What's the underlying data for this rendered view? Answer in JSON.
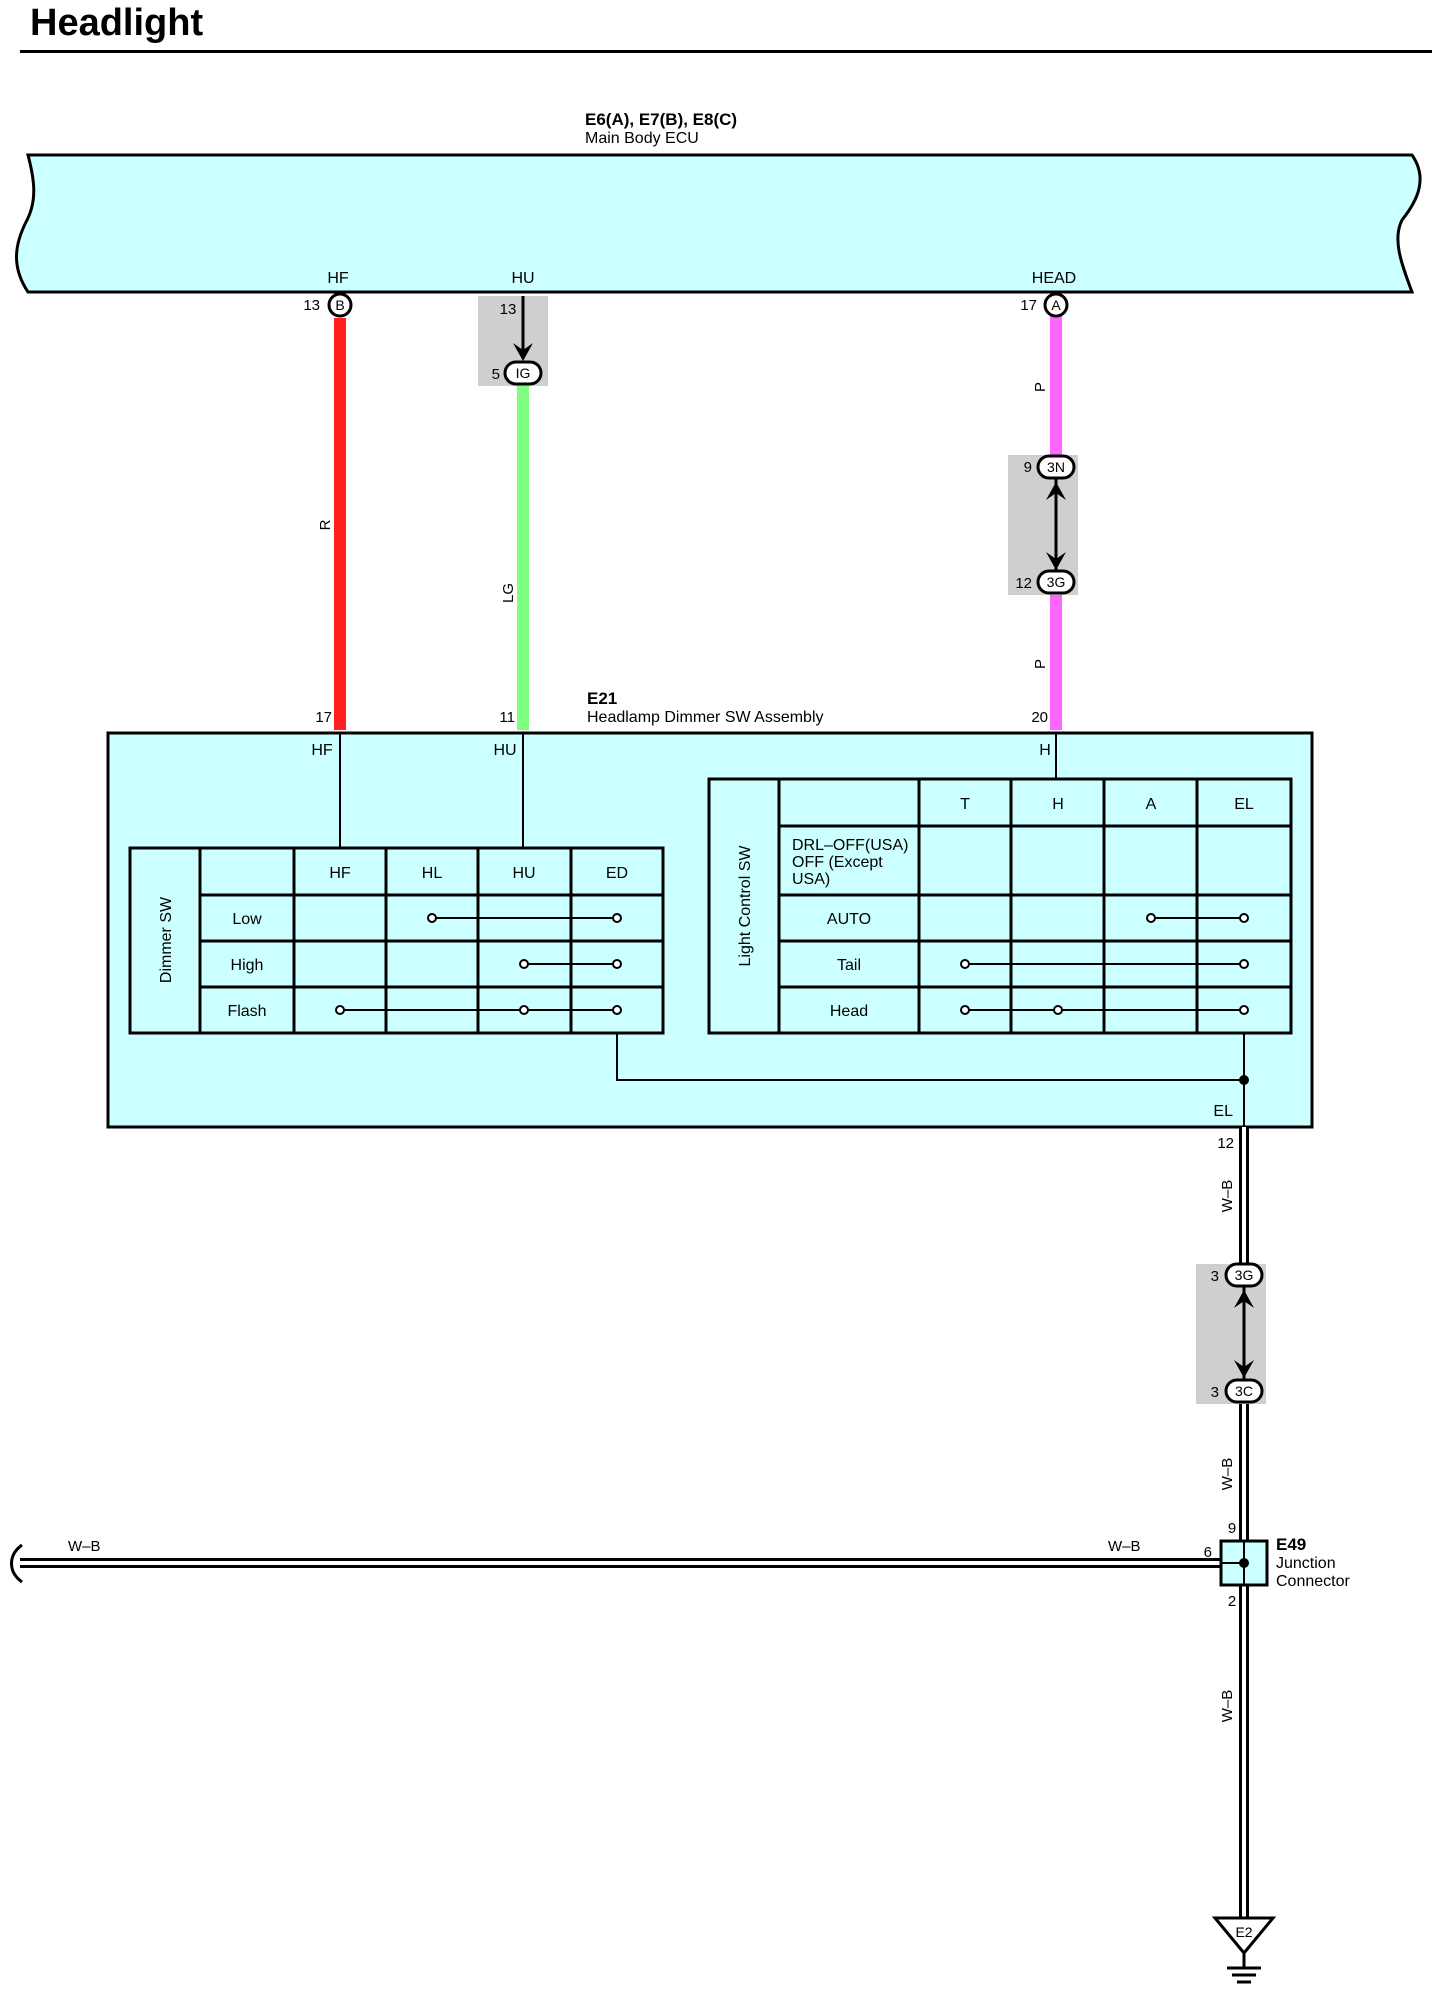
{
  "title": "Headlight",
  "ecu": {
    "code": "E6(A), E7(B), E8(C)",
    "name": "Main Body ECU",
    "terms": [
      "HF",
      "HU",
      "HEAD"
    ],
    "pins": [
      "13",
      "13",
      "17"
    ],
    "conns": [
      "B",
      "A"
    ]
  },
  "wires": {
    "hf": {
      "color_code": "R",
      "color": "#ff2020"
    },
    "hu": {
      "color_code": "LG",
      "color": "#7fff7f",
      "jpin_top": "13",
      "jpin_bot": "5",
      "jconn": "IG"
    },
    "head": {
      "color_code": "P",
      "color": "#ff66ff",
      "jpin_top": "9",
      "jconn_top": "3N",
      "jpin_bot": "12",
      "jconn_bot": "3G"
    },
    "ground": {
      "color_code": "W–B",
      "color": "#ffffff"
    }
  },
  "switch": {
    "code": "E21",
    "name": "Headlamp Dimmer SW Assembly",
    "pins": [
      "17",
      "11",
      "20"
    ],
    "terms": [
      "HF",
      "HU",
      "H"
    ],
    "el_term": "EL",
    "el_pin": "12"
  },
  "dimmer": {
    "title": "Dimmer SW",
    "cols": [
      "HF",
      "HL",
      "HU",
      "ED"
    ],
    "rows": [
      "Low",
      "High",
      "Flash"
    ]
  },
  "light": {
    "title": "Light Control SW",
    "cols": [
      "T",
      "H",
      "A",
      "EL"
    ],
    "rows": [
      "DRL–OFF(USA)",
      "OFF (Except",
      "USA)",
      "AUTO",
      "Tail",
      "Head"
    ]
  },
  "jc2": {
    "pin_top": "3",
    "conn_top": "3G",
    "pin_bot": "3",
    "conn_bot": "3C"
  },
  "junction": {
    "code": "E49",
    "name1": "Junction",
    "name2": "Connector",
    "pin_top": "9",
    "pin_left": "6",
    "pin_bot": "2"
  },
  "ground": {
    "label": "E2"
  },
  "side_wire": {
    "left_label": "W–B",
    "right_label": "W–B"
  }
}
